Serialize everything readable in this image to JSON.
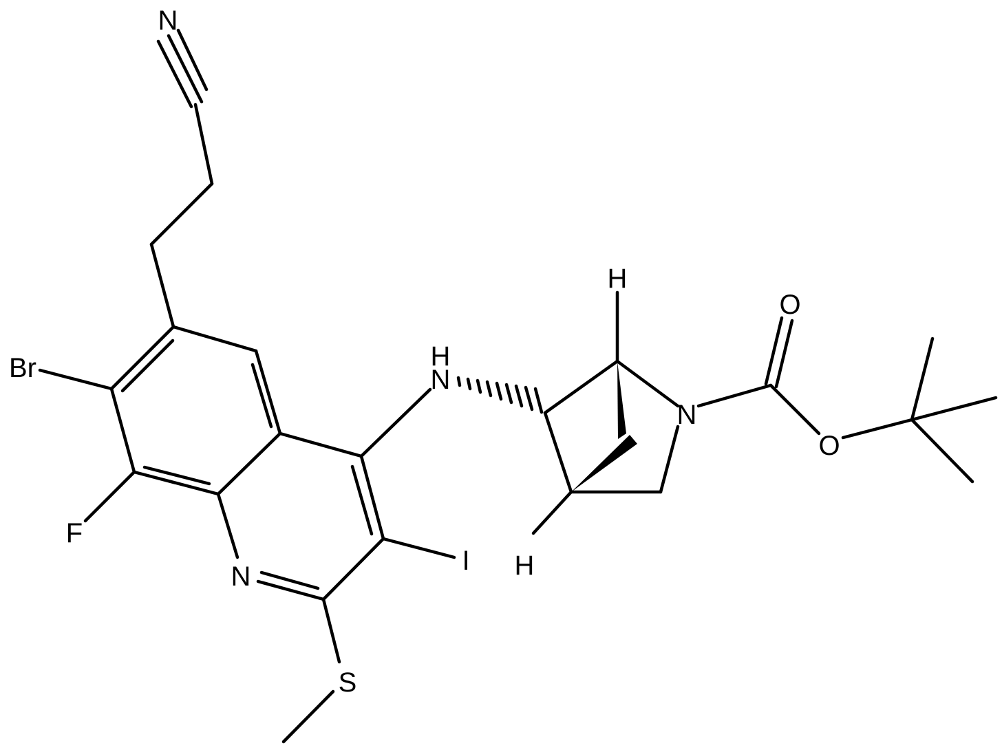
{
  "atoms": {
    "n_nitrile": "N",
    "br": "Br",
    "f": "F",
    "n_ring": "N",
    "s": "S",
    "i": "I",
    "nh_h": "H",
    "nh_n": "N",
    "h_top": "H",
    "h_bottom": "H",
    "n_bicyclic": "N",
    "o_carbonyl": "O",
    "o_ester": "O"
  }
}
